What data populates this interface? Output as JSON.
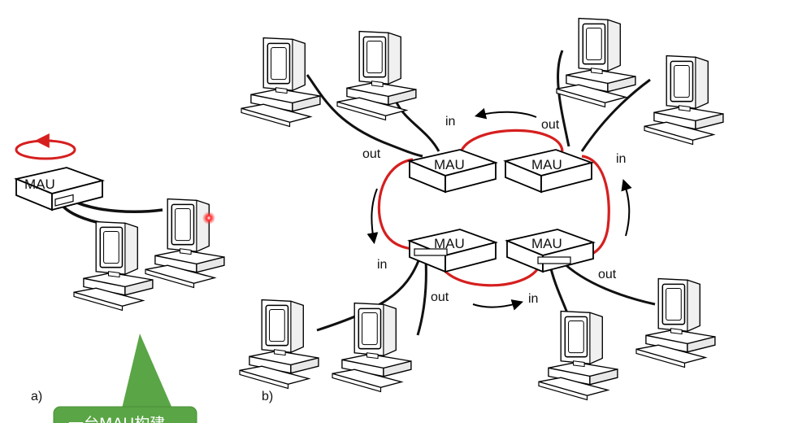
{
  "diagram_a": {
    "caption": "a)",
    "hub_label": "MAU"
  },
  "diagram_b": {
    "caption": "b)",
    "hubs": [
      {
        "label": "MAU"
      },
      {
        "label": "MAU"
      },
      {
        "label": "MAU"
      },
      {
        "label": "MAU"
      }
    ],
    "port_labels": {
      "in_top": "in",
      "out_top": "out",
      "out_left": "out",
      "in_right": "in",
      "in_left_bottom": "in",
      "out_right_bottom": "out",
      "out_bottom": "out",
      "in_bottom": "in"
    }
  },
  "callout": {
    "text": "一台MAU构建"
  },
  "colors": {
    "ring": "#d61f1f",
    "cable": "#111111",
    "callout_fill": "#5aa545",
    "pointer_glow": "#ff2a2a"
  },
  "icons": [
    "computer-icon",
    "mau-hub-icon",
    "ring-arrow-icon",
    "flow-arrow-icon"
  ]
}
